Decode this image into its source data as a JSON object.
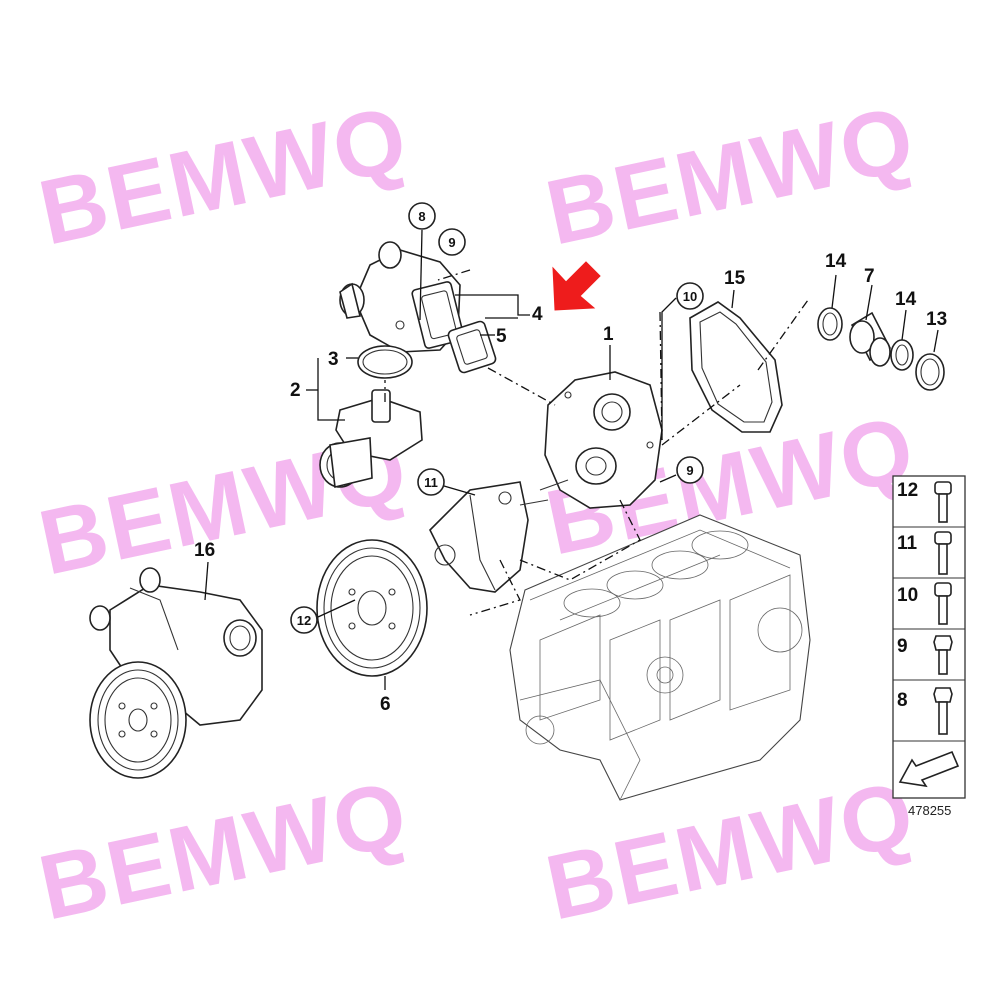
{
  "watermark": {
    "text": "BEMWQ",
    "color": "#f4b8f0"
  },
  "diagram_number": "478255",
  "accent": {
    "arrow_color": "#ee1c1c"
  },
  "callouts": [
    {
      "id": "c1",
      "text": "1",
      "circled": false
    },
    {
      "id": "c2",
      "text": "2",
      "circled": false
    },
    {
      "id": "c3",
      "text": "3",
      "circled": false
    },
    {
      "id": "c4",
      "text": "4",
      "circled": false
    },
    {
      "id": "c5",
      "text": "5",
      "circled": false
    },
    {
      "id": "c6",
      "text": "6",
      "circled": false
    },
    {
      "id": "c7",
      "text": "7",
      "circled": false
    },
    {
      "id": "c8",
      "text": "8",
      "circled": true
    },
    {
      "id": "c9a",
      "text": "9",
      "circled": true
    },
    {
      "id": "c9b",
      "text": "9",
      "circled": true
    },
    {
      "id": "c10",
      "text": "10",
      "circled": true
    },
    {
      "id": "c11",
      "text": "11",
      "circled": true
    },
    {
      "id": "c12",
      "text": "12",
      "circled": true
    },
    {
      "id": "c13",
      "text": "13",
      "circled": false
    },
    {
      "id": "c14a",
      "text": "14",
      "circled": false
    },
    {
      "id": "c14b",
      "text": "14",
      "circled": false
    },
    {
      "id": "c15",
      "text": "15",
      "circled": false
    },
    {
      "id": "c16",
      "text": "16",
      "circled": false
    }
  ],
  "fastener_legend": [
    {
      "number": "12",
      "type": "socket-head bolt"
    },
    {
      "number": "11",
      "type": "socket-head bolt long"
    },
    {
      "number": "10",
      "type": "socket-head bolt"
    },
    {
      "number": "9",
      "type": "torx-head bolt"
    },
    {
      "number": "8",
      "type": "torx-head bolt"
    }
  ]
}
